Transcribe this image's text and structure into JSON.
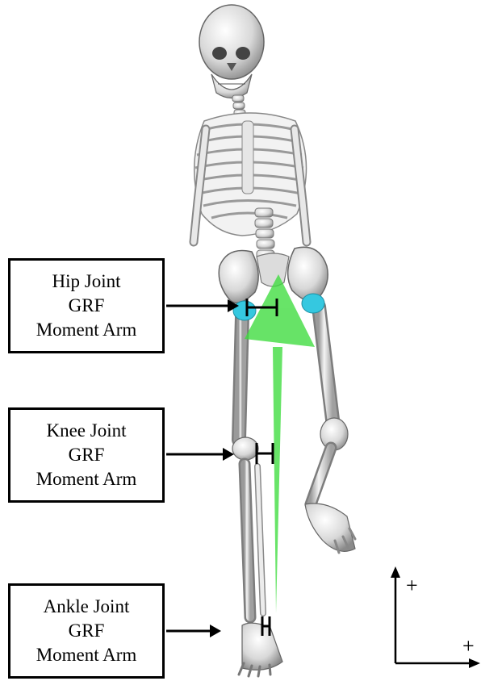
{
  "labels": {
    "hip": {
      "line1": "Hip Joint",
      "line2": "GRF",
      "line3": "Moment Arm"
    },
    "knee": {
      "line1": "Knee Joint",
      "line2": "GRF",
      "line3": "Moment Arm"
    },
    "ankle": {
      "line1": "Ankle Joint",
      "line2": "GRF",
      "line3": "Moment Arm"
    }
  },
  "axes": {
    "vertical_sign": "+",
    "horizontal_sign": "+"
  },
  "colors": {
    "grf_vector": "#3ddc3d",
    "joint_marker": "#35c8e0",
    "bone": "#d9d9d9",
    "bone_outline": "#777777",
    "moment_arm": "#000000"
  }
}
